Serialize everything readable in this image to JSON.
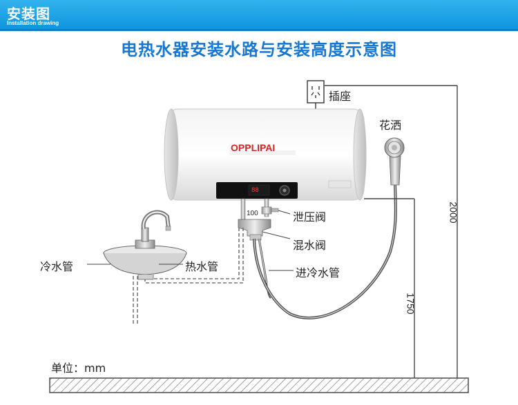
{
  "header": {
    "title": "安装图",
    "subtitle": "Installation drawing"
  },
  "title": "电热水器安装水路与安装高度示意图",
  "heater": {
    "brand": "OPPLIPAI",
    "display": "88",
    "mark": "100"
  },
  "labels": {
    "socket": "插座",
    "shower": "花洒",
    "relief_valve": "泄压阀",
    "mixing_valve": "混水阀",
    "cold_inlet": "进冷水管",
    "cold_pipe": "冷水管",
    "hot_pipe": "热水管",
    "unit": "单位：mm"
  },
  "dimensions": {
    "socket_height": "2000",
    "heater_height": "1750"
  },
  "colors": {
    "header_blue": "#1a9ee5",
    "title_blue": "#1577d3",
    "brand_red": "#d6251e"
  }
}
